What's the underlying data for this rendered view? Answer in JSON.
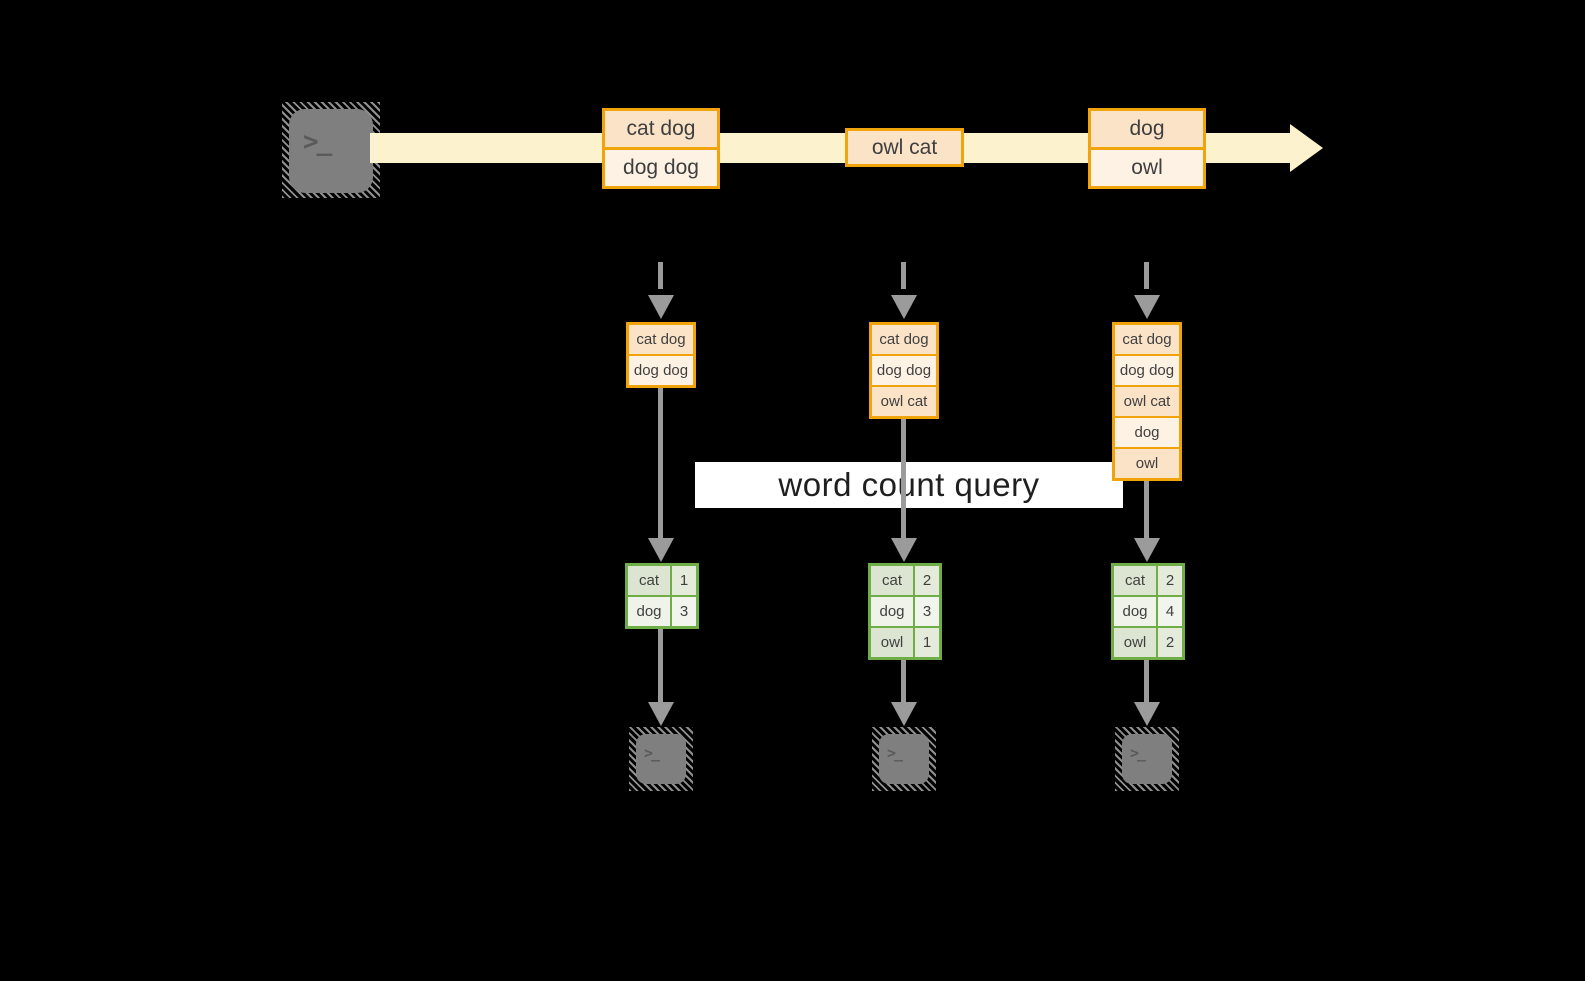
{
  "icons": {
    "terminal_prompt": ">_"
  },
  "stream": {
    "messages": [
      {
        "rows": [
          "cat dog",
          "dog dog"
        ]
      },
      {
        "rows": [
          "owl cat"
        ]
      },
      {
        "rows": [
          "dog",
          "owl"
        ]
      }
    ]
  },
  "query": {
    "label": "word count query"
  },
  "pipeline": {
    "columns": [
      {
        "state": [
          "cat dog",
          "dog dog"
        ],
        "counts": [
          {
            "word": "cat",
            "count": 1
          },
          {
            "word": "dog",
            "count": 3
          }
        ]
      },
      {
        "state": [
          "cat dog",
          "dog dog",
          "owl cat"
        ],
        "counts": [
          {
            "word": "cat",
            "count": 2
          },
          {
            "word": "dog",
            "count": 3
          },
          {
            "word": "owl",
            "count": 1
          }
        ]
      },
      {
        "state": [
          "cat dog",
          "dog dog",
          "owl cat",
          "dog",
          "owl"
        ],
        "counts": [
          {
            "word": "cat",
            "count": 2
          },
          {
            "word": "dog",
            "count": 4
          },
          {
            "word": "owl",
            "count": 2
          }
        ]
      }
    ]
  },
  "colors": {
    "background": "#000000",
    "stream_band": "#FDF2CE",
    "gold_border": "#F0A30A",
    "peach_fill": "#FBE3C8",
    "cream_fill": "#FDF2E4",
    "green_border": "#6FAD47",
    "green_fill_dark_word": "#DCE5D1",
    "green_fill_dark_value": "#E4EBDA",
    "green_fill_light_word": "#EFF3EA",
    "green_fill_light_value": "#F2F5EE",
    "arrow_gray": "#9B9B9B",
    "terminal_gray": "#7F7F7F",
    "query_band_bg": "#FFFFFF",
    "text_dark": "#3F3F3F"
  }
}
